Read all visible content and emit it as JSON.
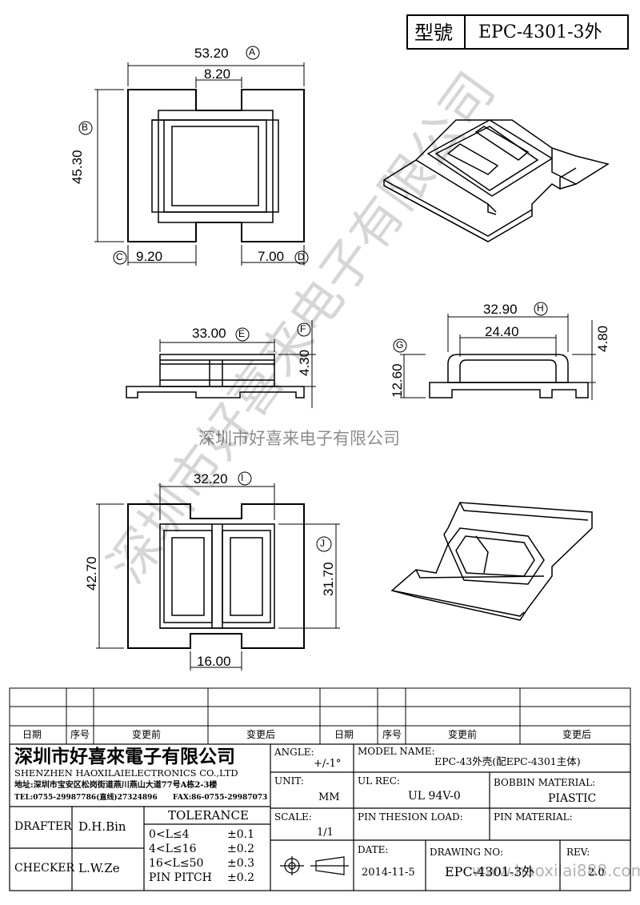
{
  "header": {
    "model_label": "型號",
    "model_value": "EPC-4301-3外"
  },
  "dimensions": {
    "top_width": "53.20",
    "top_width_tag": "A",
    "top_center": "8.20",
    "top_height": "45.30",
    "top_height_tag": "B",
    "left_leg": "9.20",
    "left_leg_tag": "C",
    "right_leg": "7.00",
    "right_leg_tag": "D",
    "front_width": "33.00",
    "front_width_tag": "E",
    "front_height": "4.30",
    "front_height_tag": "F",
    "side_width": "32.90",
    "side_width_tag": "H",
    "side_inner": "24.40",
    "side_height": "4.80",
    "side_total": "12.60",
    "side_total_tag": "G",
    "bottom_width": "32.20",
    "bottom_width_tag": "I",
    "bottom_height": "42.70",
    "bottom_inner": "31.70",
    "bottom_inner_tag": "J",
    "bottom_leg": "16.00"
  },
  "watermark": {
    "diagonal": "深圳市好喜来电子有限公司",
    "center": "深圳市好喜来电子有限公司",
    "url": "www.haoxilai888.com"
  },
  "revision_table": {
    "headers": [
      "日期",
      "序号",
      "变更前",
      "变更后",
      "日期",
      "序号",
      "变更前",
      "变更后"
    ]
  },
  "title_block": {
    "company_cn": "深圳市好喜來電子有限公司",
    "company_en": "SHENZHEN HAOXILAIELECTRONICS CO.,LTD",
    "address": "地址:深圳市宝安区松岗街道燕川燕山大道77号A栋2-3楼",
    "tel": "TEL:0755-29987786(直线)27324896",
    "fax": "FAX:86-0755-29987073",
    "drafter_label": "DRAFTER",
    "drafter": "D.H.Bin",
    "checker_label": "CHECKER",
    "checker": "L.W.Ze",
    "tolerance_label": "TOLERANCE",
    "tolerances": [
      {
        "range": "0<L≤4",
        "tol": "±0.1"
      },
      {
        "range": "4<L≤16",
        "tol": "±0.2"
      },
      {
        "range": "16<L≤50",
        "tol": "±0.3"
      },
      {
        "range": "PIN PITCH",
        "tol": "±0.2"
      }
    ],
    "angle_label": "ANGLE:",
    "angle": "+/-1°",
    "unit_label": "UNIT:",
    "unit": "MM",
    "scale_label": "SCALE:",
    "scale": "1/1",
    "model_name_label": "MODEL NAME:",
    "model_name": "EPC-43外壳(配EPC-4301主体)",
    "ul_rec_label": "UL REC:",
    "ul_rec": "UL 94V-0",
    "bobbin_material_label": "BOBBIN MATERIAL:",
    "bobbin_material": "PIASTIC",
    "pin_tension_label": "PIN THESION LOAD:",
    "pin_material_label": "PIN MATERIAL:",
    "date_label": "DATE:",
    "date": "2014-11-5",
    "drawing_no_label": "DRAWING NO:",
    "drawing_no": "EPC-4301-3外",
    "rev_label": "REV:",
    "rev": "2.0"
  }
}
